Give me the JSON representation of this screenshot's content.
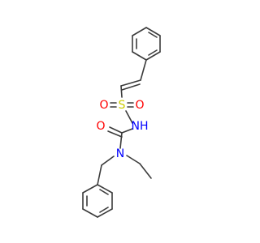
{
  "atoms": {
    "O1": {
      "symbol": "O",
      "color": "#ff0000"
    },
    "S": {
      "symbol": "S",
      "color": "#cccc00"
    },
    "O2": {
      "symbol": "O",
      "color": "#ff0000"
    },
    "NH": {
      "symbol": "NH",
      "color": "#0000ff"
    },
    "O3": {
      "symbol": "O",
      "color": "#ff0000"
    },
    "N": {
      "symbol": "N",
      "color": "#0000ff"
    }
  },
  "bond_color": "#3b3b3b"
}
